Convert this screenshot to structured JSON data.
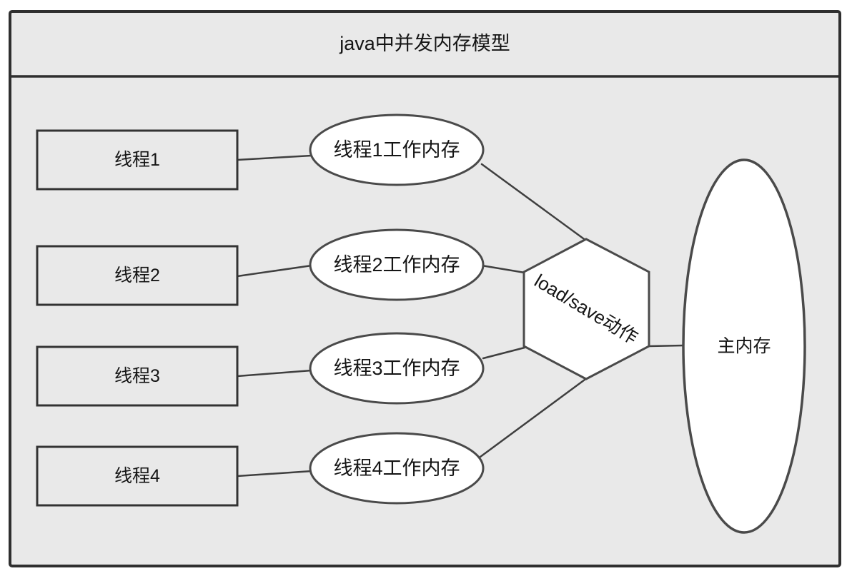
{
  "diagram": {
    "title": "java中并发内存模型",
    "threads": [
      {
        "box_label": "线程1",
        "memory_label": "线程1工作内存"
      },
      {
        "box_label": "线程2",
        "memory_label": "线程2工作内存"
      },
      {
        "box_label": "线程3",
        "memory_label": "线程3工作内存"
      },
      {
        "box_label": "线程4",
        "memory_label": "线程4工作内存"
      }
    ],
    "hexagon_label": "load/save动作",
    "main_memory_label": "主内存",
    "edges": [
      "线程1 - 线程1工作内存",
      "线程2 - 线程2工作内存",
      "线程3 - 线程3工作内存",
      "线程4 - 线程4工作内存",
      "线程1工作内存 - load/save动作",
      "线程2工作内存 - load/save动作",
      "线程3工作内存 - load/save动作",
      "线程4工作内存 - load/save动作",
      "load/save动作 - 主内存"
    ],
    "colors": {
      "frame_fill": "#e9e9e9",
      "frame_stroke": "#2f2f2f",
      "shape_fill": "#ffffff",
      "shape_stroke": "#4a4a4a",
      "connector": "#3f3f3f",
      "text": "#151515"
    }
  }
}
